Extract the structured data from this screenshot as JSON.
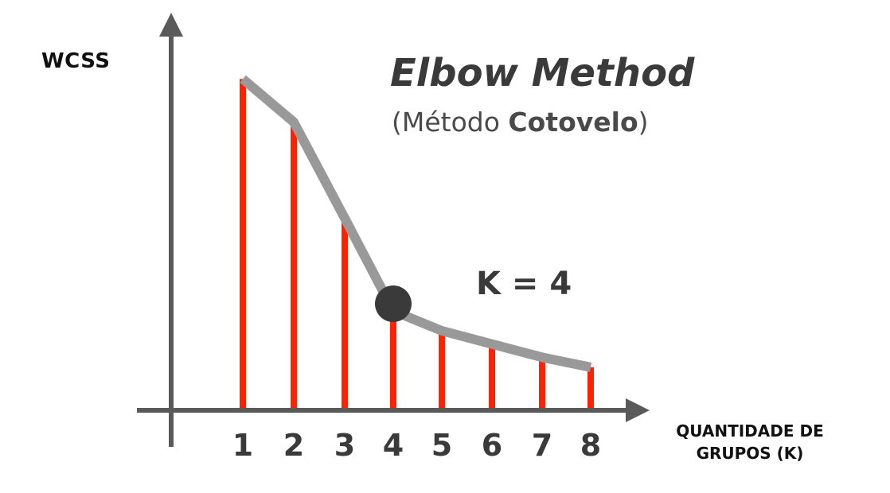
{
  "chart_data": {
    "type": "line",
    "title": "Elbow Method",
    "subtitle_prefix": "(Método ",
    "subtitle_bold": "Cotovelo",
    "subtitle_suffix": ")",
    "ylabel": "WCSS",
    "xlabel_line1": "QUANTIDADE DE",
    "xlabel_line2": "GRUPOS (K)",
    "x": [
      1,
      2,
      3,
      4,
      5,
      6,
      7,
      8
    ],
    "tick_labels": [
      "1",
      "2",
      "3",
      "4",
      "5",
      "6",
      "7",
      "8"
    ],
    "series": [
      {
        "values": [
          100,
          87,
          58,
          30,
          24,
          20,
          16,
          13
        ]
      }
    ],
    "elbow_index": 3,
    "annotation": "K = 4",
    "ylim": [
      0,
      120
    ],
    "colors": {
      "bars": "#ff2200",
      "line": "#999999",
      "axes": "#5a5a5a",
      "marker": "#3a3a3a",
      "text": "#3a3a3a"
    }
  }
}
